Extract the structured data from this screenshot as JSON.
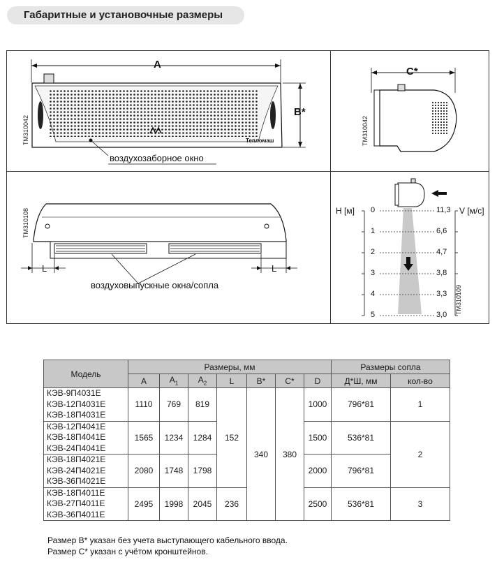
{
  "section_title": "Габаритные и установочные размеры",
  "front_view": {
    "dim_a": "A",
    "dim_b": "B*",
    "tm": "TM310042",
    "brand": "Тепломаш",
    "intake_label": "воздухозаборное окно"
  },
  "side_view": {
    "dim_c": "C*",
    "tm": "TM310042"
  },
  "bottom_view": {
    "tm": "TM310108",
    "dim_l_left": "L",
    "dim_l_right": "L",
    "outlet_label": "воздуховыпускные окна/сопла"
  },
  "velocity_view": {
    "h_axis": "H [м]",
    "v_axis": "V [м/с]",
    "tm": "TM310109",
    "rows": [
      {
        "h": "0",
        "v": "11,3"
      },
      {
        "h": "1",
        "v": "6,6"
      },
      {
        "h": "2",
        "v": "4,7"
      },
      {
        "h": "3",
        "v": "3,8"
      },
      {
        "h": "4",
        "v": "3,3"
      },
      {
        "h": "5",
        "v": "3,0"
      }
    ]
  },
  "table": {
    "h_model": "Модель",
    "h_dims": "Размеры, мм",
    "h_nozzle": "Размеры сопла",
    "cols": [
      "A",
      "A",
      "A",
      "L",
      "B*",
      "C*",
      "D",
      "Д*Ш, мм",
      "кол-во"
    ],
    "sub1": "1",
    "sub2": "2",
    "groups": [
      {
        "models": [
          "КЭВ-9П4031Е",
          "КЭВ-12П4031Е",
          "КЭВ-18П4031Е"
        ],
        "a": "1110",
        "a1": "769",
        "a2": "819",
        "d": "1000",
        "nozzle": "796*81",
        "count": "1"
      },
      {
        "models": [
          "КЭВ-12П4041Е",
          "КЭВ-18П4041Е",
          "КЭВ-24П4041Е"
        ],
        "a": "1565",
        "a1": "1234",
        "a2": "1284",
        "d": "1500",
        "nozzle": "536*81"
      },
      {
        "models": [
          "КЭВ-18П4021Е",
          "КЭВ-24П4021Е",
          "КЭВ-36П4021Е"
        ],
        "a": "2080",
        "a1": "1748",
        "a2": "1798",
        "d": "2000",
        "nozzle": "796*81"
      },
      {
        "models": [
          "КЭВ-18П4011Е",
          "КЭВ-27П4011Е",
          "КЭВ-36П4011Е"
        ],
        "a": "2495",
        "a1": "1998",
        "a2": "2045",
        "l": "236",
        "d": "2500",
        "nozzle": "536*81",
        "count": "3"
      }
    ],
    "l_merged": "152",
    "b_merged": "340",
    "c_merged": "380",
    "count_merged": "2"
  },
  "notes": [
    "Размер В* указан без учета выступающего кабельного ввода.",
    "Размер С* указан с учётом кронштейнов."
  ]
}
